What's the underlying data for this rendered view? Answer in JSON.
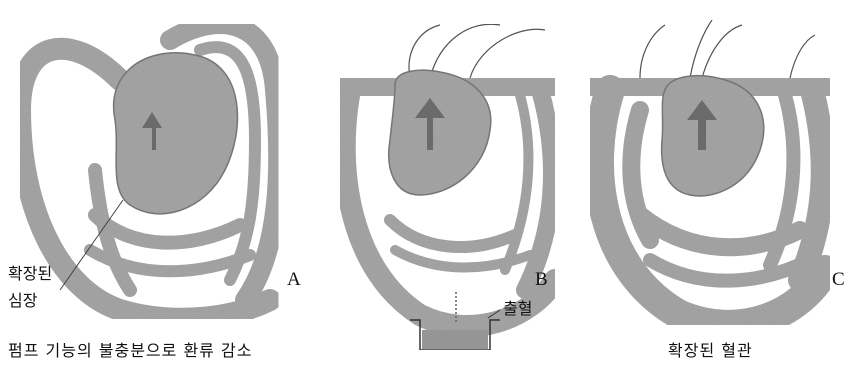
{
  "colors": {
    "blood": "#a8a8a8",
    "bloodDark": "#8f8f8f",
    "ink": "#2a2a2a",
    "paper": "#ffffff"
  },
  "panels": [
    {
      "letter": "A",
      "caption": "펌프 기능의 불충분으로 환류 감소",
      "labels": [
        "확장된",
        "심장"
      ]
    },
    {
      "letter": "B",
      "caption": "",
      "labels": [
        "출혈"
      ]
    },
    {
      "letter": "C",
      "caption": "확장된 혈관",
      "labels": []
    }
  ]
}
